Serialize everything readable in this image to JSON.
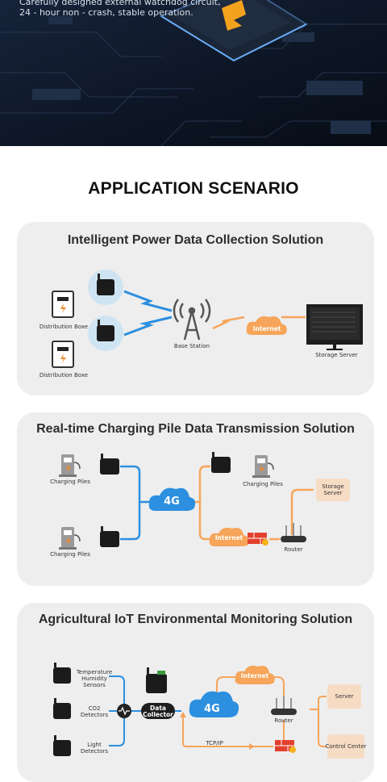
{
  "hero": {
    "line1": "Carefully designed external watchdog circuit,",
    "line2": "24 - hour non - crash, stable operation."
  },
  "section": {
    "title": "APPLICATION SCENARIO"
  },
  "card1": {
    "title": "Intelligent Power Data Collection Solution",
    "distribution_1": "Distribution Boxe",
    "distribution_2": "Distribution Boxe",
    "base_station": "Base Station",
    "internet": "Internet",
    "storage_server": "Storage Server"
  },
  "card2": {
    "title": "Real-time Charging Pile Data Transmission Solution",
    "charging_1": "Charging Piles",
    "charging_2": "Charging Piles",
    "charging_3": "Charging Piles",
    "cloud_4g": "4G",
    "storage_server_l1": "Storage",
    "storage_server_l2": "Server",
    "internet": "Internet",
    "router": "Router"
  },
  "card3": {
    "title": "Agricultural IoT Environmental Monitoring Solution",
    "sensor_1_l1": "Temperature",
    "sensor_1_l2": "Humidity",
    "sensor_1_l3": "Sensors",
    "sensor_2_l1": "CO2",
    "sensor_2_l2": "Detectors",
    "sensor_3_l1": "Light",
    "sensor_3_l2": "Detectors",
    "collector_l1": "Data",
    "collector_l2": "Collector",
    "cloud_4g": "4G",
    "internet": "Internet",
    "router": "Router",
    "server": "Server",
    "tcpip": "TCP/IP",
    "control_center": "Control Center"
  },
  "colors": {
    "blue": "#2c8fe0",
    "orange": "#f6a55a",
    "card_bg": "#eeeeee",
    "peach": "#f7dcc4"
  }
}
